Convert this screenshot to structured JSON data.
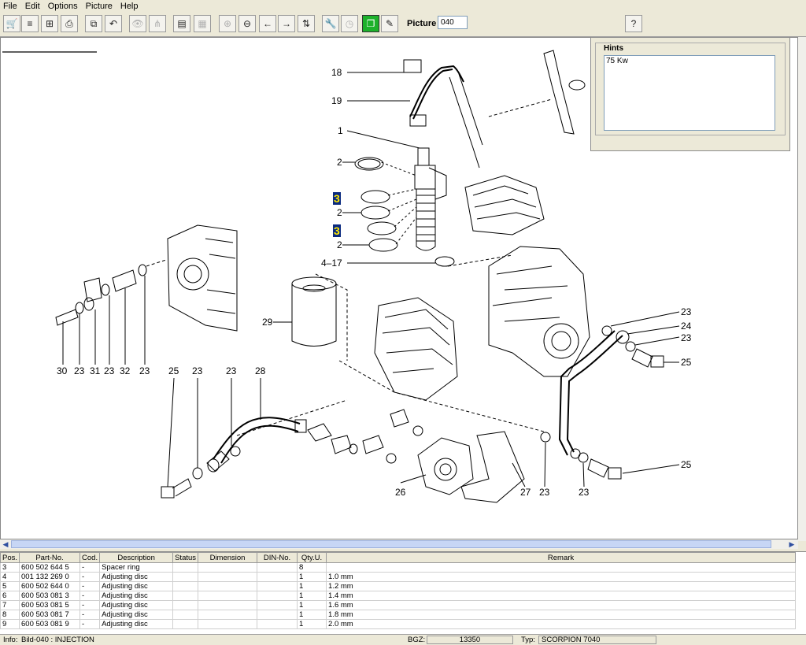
{
  "menu": [
    "File",
    "Edit",
    "Options",
    "Picture",
    "Help"
  ],
  "toolbar": {
    "buttons": [
      {
        "name": "cart-icon",
        "glyph": "🛒",
        "state": "normal"
      },
      {
        "name": "list-icon",
        "glyph": "≡",
        "state": "normal"
      },
      {
        "name": "tree-icon",
        "glyph": "⊞",
        "state": "normal"
      },
      {
        "name": "print-icon",
        "glyph": "⎙",
        "state": "normal"
      },
      {
        "name": "export-icon",
        "glyph": "⧉",
        "state": "normal"
      },
      {
        "name": "undo-icon",
        "glyph": "↶",
        "state": "normal"
      },
      {
        "name": "binoculars-icon",
        "glyph": "👁",
        "state": "disabled"
      },
      {
        "name": "share-icon",
        "glyph": "⋔",
        "state": "disabled"
      },
      {
        "name": "document-icon",
        "glyph": "▤",
        "state": "normal"
      },
      {
        "name": "grid-icon",
        "glyph": "▦",
        "state": "disabled"
      },
      {
        "name": "zoom-in-icon",
        "glyph": "⊕",
        "state": "disabled"
      },
      {
        "name": "zoom-out-icon",
        "glyph": "⊖",
        "state": "normal"
      },
      {
        "name": "arrow-left-icon",
        "glyph": "←",
        "state": "normal"
      },
      {
        "name": "arrow-right-icon",
        "glyph": "→",
        "state": "normal"
      },
      {
        "name": "sort-icon",
        "glyph": "⇅",
        "state": "normal"
      },
      {
        "name": "wrench-icon",
        "glyph": "🔧",
        "state": "disabled"
      },
      {
        "name": "clock-icon",
        "glyph": "◷",
        "state": "disabled"
      },
      {
        "name": "copy-pages-icon",
        "glyph": "❐",
        "state": "active"
      },
      {
        "name": "pen-icon",
        "glyph": "✎",
        "state": "normal"
      },
      {
        "name": "help-icon",
        "glyph": "?",
        "state": "normal"
      }
    ],
    "picture_label": "Picture",
    "picture_value": "040"
  },
  "hints": {
    "title": "Hints",
    "text": "75 Kw"
  },
  "diagram_labels": [
    "18",
    "19",
    "1",
    "2",
    "3",
    "2",
    "3",
    "2",
    "4–17",
    "29",
    "30",
    "23",
    "31",
    "23",
    "32",
    "23",
    "25",
    "23",
    "23",
    "28",
    "23",
    "24",
    "23",
    "25",
    "26",
    "27",
    "23",
    "23",
    "25"
  ],
  "parts_table": {
    "columns": [
      "Pos.",
      "Part-No.",
      "Cod.",
      "Description",
      "Status",
      "Dimension",
      "DIN-No.",
      "Qty.U.",
      "Remark"
    ],
    "rows": [
      [
        "3",
        "600 502 644 5",
        "-",
        "Spacer ring",
        "",
        "",
        "",
        "8",
        ""
      ],
      [
        "4",
        "001 132 269 0",
        "-",
        "Adjusting disc",
        "",
        "",
        "",
        "1",
        "1.0 mm"
      ],
      [
        "5",
        "600 502 644 0",
        "-",
        "Adjusting disc",
        "",
        "",
        "",
        "1",
        "1.2 mm"
      ],
      [
        "6",
        "600 503 081 3",
        "-",
        "Adjusting disc",
        "",
        "",
        "",
        "1",
        "1.4 mm"
      ],
      [
        "7",
        "600 503 081 5",
        "-",
        "Adjusting disc",
        "",
        "",
        "",
        "1",
        "1.6 mm"
      ],
      [
        "8",
        "600 503 081 7",
        "-",
        "Adjusting disc",
        "",
        "",
        "",
        "1",
        "1.8 mm"
      ],
      [
        "9",
        "600 503 081 9",
        "-",
        "Adjusting disc",
        "",
        "",
        "",
        "1",
        "2.0 mm"
      ]
    ]
  },
  "status": {
    "info_label": "Info:",
    "info_value": "Bild-040 : INJECTION",
    "bgz_label": "BGZ:",
    "bgz_value": "13350",
    "typ_label": "Typ:",
    "typ_value": "SCORPION 7040"
  }
}
